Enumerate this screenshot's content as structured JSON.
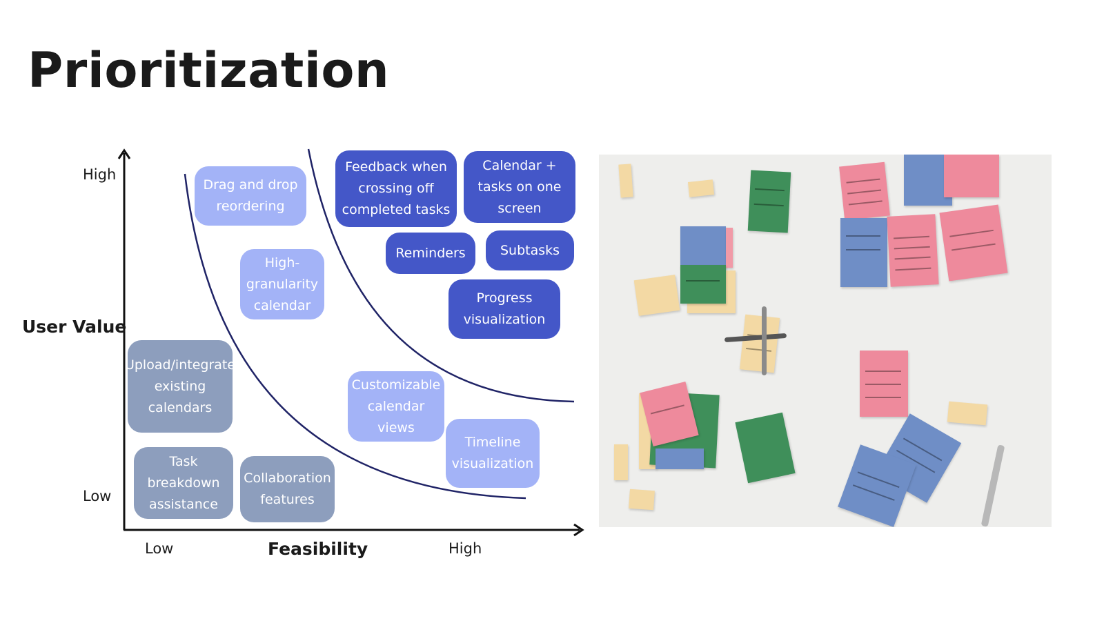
{
  "title": "Prioritization",
  "y_axis": {
    "label": "User Value",
    "high": "High",
    "low": "Low"
  },
  "x_axis": {
    "label": "Feasibility",
    "low": "Low",
    "high": "High"
  },
  "colors": {
    "top_priority": "#4457c8",
    "mid_priority": "#a3b3f7",
    "low_priority": "#8d9ebd",
    "curve": "#1f2366",
    "axis": "#111111"
  },
  "features": {
    "feedback": "Feedback when crossing off completed tasks",
    "calendar_tasks": "Calendar + tasks on one screen",
    "reminders": "Reminders",
    "subtasks": "Subtasks",
    "progress": "Progress visualization",
    "drag_drop": "Drag and drop reordering",
    "high_granularity": "High-granularity calendar",
    "customizable_views": "Customizable calendar views",
    "timeline": "Timeline visualization",
    "upload_integrate": "Upload/integrate existing calendars",
    "task_breakdown": "Task breakdown assistance",
    "collaboration": "Collaboration features"
  },
  "photo": {
    "description_icon": "sticky-notes-photo"
  }
}
